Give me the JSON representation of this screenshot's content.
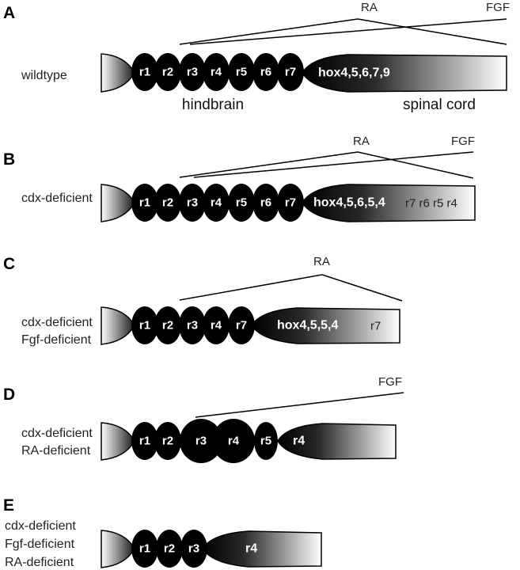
{
  "panels": [
    {
      "letter": "A",
      "conditions": [
        "wildtype"
      ],
      "signals": [
        "RA",
        "FGF"
      ],
      "segments": [
        "r1",
        "r2",
        "r3",
        "r4",
        "r5",
        "r6",
        "r7"
      ],
      "tail_label": "hox4,5,6,7,9",
      "tail_extra": "",
      "region_labels": [
        "hindbrain",
        "spinal cord"
      ]
    },
    {
      "letter": "B",
      "conditions": [
        "cdx-deficient"
      ],
      "signals": [
        "RA",
        "FGF"
      ],
      "segments": [
        "r1",
        "r2",
        "r3",
        "r4",
        "r5",
        "r6",
        "r7"
      ],
      "tail_label": "hox4,5,6,5,4",
      "tail_extra": "r7 r6 r5 r4"
    },
    {
      "letter": "C",
      "conditions": [
        "cdx-deficient",
        "Fgf-deficient"
      ],
      "signals": [
        "RA"
      ],
      "segments": [
        "r1",
        "r2",
        "r3",
        "r4",
        "r7"
      ],
      "tail_label": "hox4,5,5,4",
      "tail_extra": "r7"
    },
    {
      "letter": "D",
      "conditions": [
        "cdx-deficient",
        "RA-deficient"
      ],
      "signals": [
        "FGF"
      ],
      "segments": [
        "r1",
        "r2",
        "r3",
        "r4",
        "r5"
      ],
      "tail_label": "r4",
      "tail_extra": ""
    },
    {
      "letter": "E",
      "conditions": [
        "cdx-deficient",
        "Fgf-deficient",
        "RA-deficient"
      ],
      "signals": [],
      "segments": [
        "r1",
        "r2",
        "r3"
      ],
      "tail_label": "r4",
      "tail_extra": ""
    }
  ],
  "colors": {
    "segment_fill": "#000000",
    "gradient_dark": "#000000",
    "gradient_light": "#ffffff",
    "line": "#000000"
  }
}
